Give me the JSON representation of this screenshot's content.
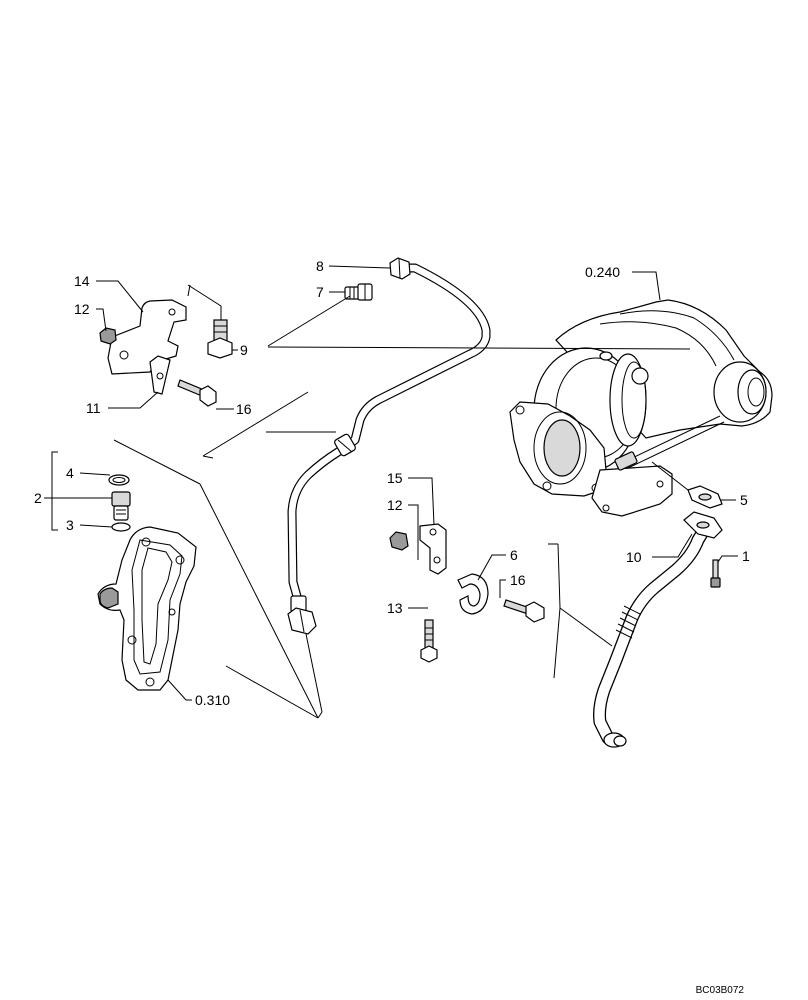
{
  "callouts": {
    "c14": "14",
    "c12a": "12",
    "c9": "9",
    "c11": "11",
    "c16a": "16",
    "c8": "8",
    "c7": "7",
    "c0240": "0.240",
    "c2": "2",
    "c4": "4",
    "c3": "3",
    "c0310": "0.310",
    "c15": "15",
    "c12b": "12",
    "c13": "13",
    "c6": "6",
    "c16b": "16",
    "c5": "5",
    "c10": "10",
    "c1": "1"
  },
  "drawing_code": "BC03B072"
}
